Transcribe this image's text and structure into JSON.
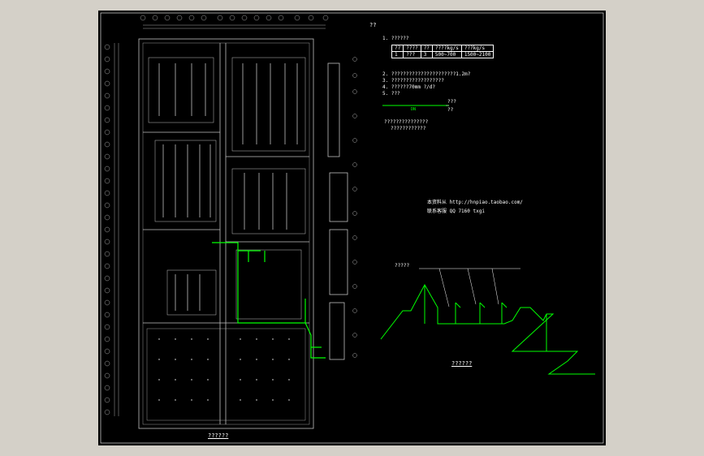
{
  "drawing": {
    "plan_title": "??????",
    "system_title": "??????",
    "notes_title": "??",
    "notes": {
      "n1": "1. ??????",
      "n2": "2. ??????????????????????1.2m?",
      "n3": "3. ??????????????????",
      "n4": "4. ??????70mm ?/d?",
      "n5": "5. ???"
    },
    "spec_table": {
      "header": [
        "??",
        "????",
        "??",
        "????kg/s",
        "???kg/s"
      ],
      "row": [
        "1",
        "???",
        "3",
        "500~700",
        "1500~2100"
      ]
    },
    "legend": {
      "line_label": "DN",
      "desc1": "???",
      "desc2": "??"
    },
    "remark1": "???????????????",
    "remark2": "????????????",
    "url_line": "本资料从 http://hnpiao.taobao.com/",
    "contact_line": "联系客服 QQ 7160 txgi",
    "system_label": "?????"
  },
  "colors": {
    "background": "#000000",
    "frame": "#ffffff",
    "pipe": "#00ff00",
    "wall": "#c0c0c0"
  }
}
